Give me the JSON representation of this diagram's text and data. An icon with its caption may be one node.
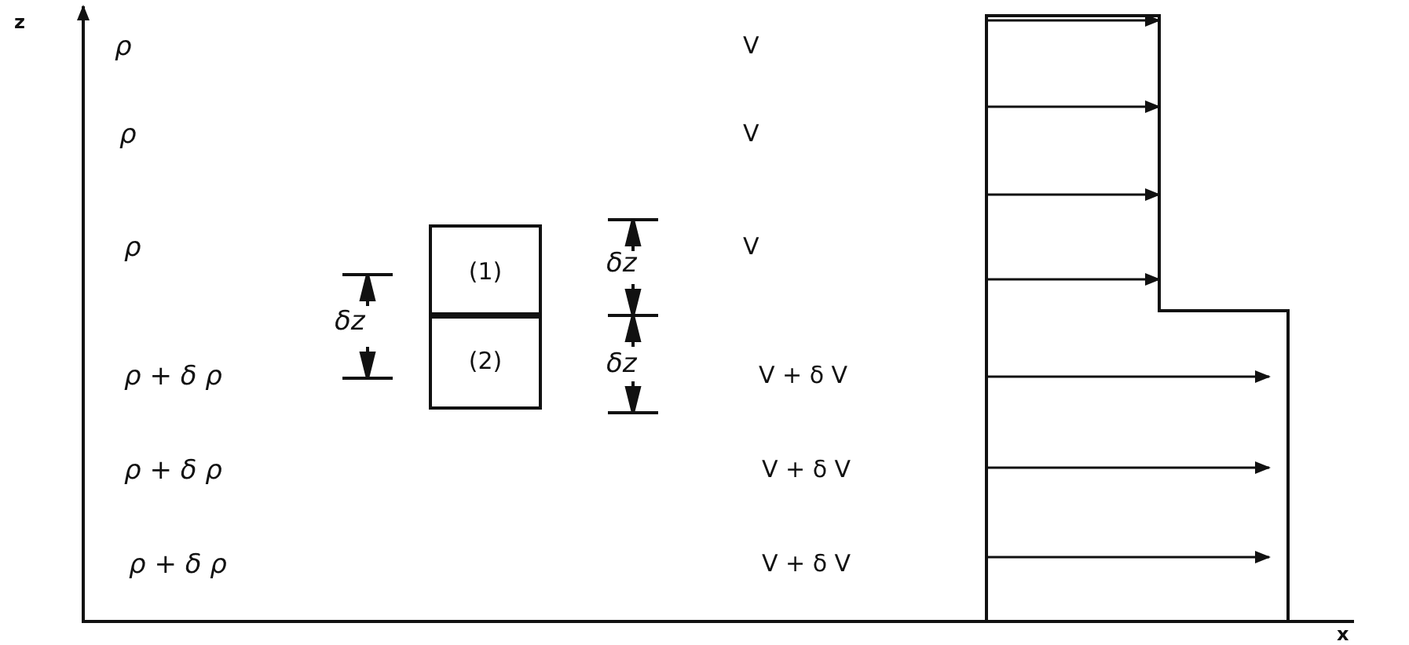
{
  "diagram": {
    "nodes": [
      {
        "text": [
          "(1)"
        ]
      },
      {
        "text": [
          "(2)"
        ]
      }
    ],
    "labels": [
      "z",
      "ρ",
      "V",
      "ρ",
      "V",
      "ρ",
      "δz",
      "δz",
      "V",
      "ρ + δ ρ",
      "δz",
      "V + δ V",
      "ρ + δ ρ",
      "V + δ V",
      "ρ + δ ρ",
      "V + δ V",
      "x"
    ]
  }
}
